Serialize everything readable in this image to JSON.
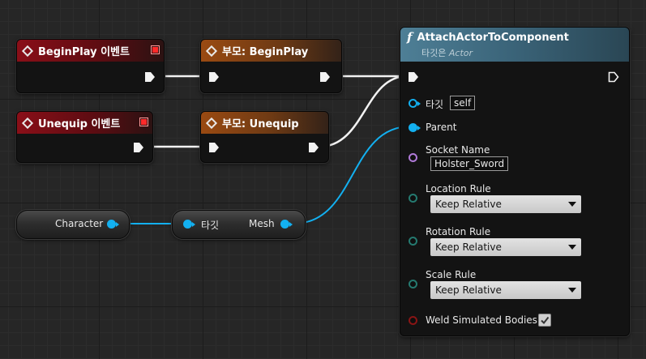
{
  "colors": {
    "event_header": "#8a0f18",
    "parent_header": "#9a4a12",
    "function_header": "#4e7f96",
    "object_pin": "#13b0f0",
    "name_pin": "#b07ad8",
    "enum_pin": "#257a70",
    "bool_pin": "#8a1515",
    "wire": "#ffffff"
  },
  "nodes": {
    "beginplay_event": {
      "title": "BeginPlay 이벤트",
      "icon": "event-diamond-icon"
    },
    "parent_beginplay": {
      "title": "부모: BeginPlay",
      "icon": "event-diamond-icon"
    },
    "unequip_event": {
      "title": "Unequip 이벤트",
      "icon": "event-diamond-icon"
    },
    "parent_unequip": {
      "title": "부모: Unequip",
      "icon": "event-diamond-icon"
    },
    "character": {
      "label": "Character"
    },
    "get_mesh": {
      "target_label": "타깃",
      "output_label": "Mesh"
    },
    "attach": {
      "icon": "function-icon",
      "title": "AttachActorToComponent",
      "subtitle_prefix": "타깃은",
      "subtitle_class": "Actor",
      "target": {
        "label": "타깃",
        "value": "self"
      },
      "parent": {
        "label": "Parent"
      },
      "socket": {
        "label": "Socket Name",
        "value": "Holster_Sword"
      },
      "location_rule": {
        "label": "Location Rule",
        "value": "Keep Relative"
      },
      "rotation_rule": {
        "label": "Rotation Rule",
        "value": "Keep Relative"
      },
      "scale_rule": {
        "label": "Scale Rule",
        "value": "Keep Relative"
      },
      "weld": {
        "label": "Weld Simulated Bodies",
        "checked": true
      }
    }
  }
}
